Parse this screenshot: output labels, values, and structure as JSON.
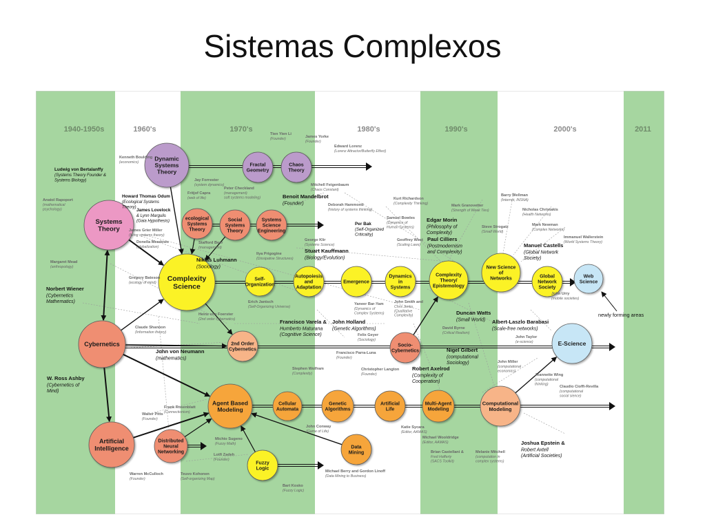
{
  "slide": {
    "title": "Sistemas Complexos"
  },
  "eras": [
    "1940-1950s",
    "1960's",
    "1970's",
    "1980's",
    "1990's",
    "2000's",
    "2011"
  ],
  "colors": {
    "band": "#a6d6a0",
    "pink": "#ec98c4",
    "salmon": "#ef8e72",
    "lavender": "#bb9bcb",
    "yellow": "#fbf225",
    "orange": "#f6a53b",
    "peach": "#f7b488",
    "lightblue": "#c7e6f6"
  },
  "nodes": [
    {
      "id": "systems-theory",
      "color": "pink",
      "lines": [
        "Systems",
        "Theory"
      ]
    },
    {
      "id": "cybernetics",
      "color": "salmon",
      "lines": [
        "Cybernetics"
      ]
    },
    {
      "id": "artificial-intelligence",
      "color": "salmon",
      "lines": [
        "Artificial",
        "Intelligence"
      ]
    },
    {
      "id": "dynamic-systems-theory",
      "color": "lavender",
      "lines": [
        "Dynamic",
        "Systems",
        "Theory"
      ]
    },
    {
      "id": "fractal-geometry",
      "color": "lavender",
      "lines": [
        "Fractal",
        "Geometry"
      ]
    },
    {
      "id": "chaos-theory",
      "color": "lavender",
      "lines": [
        "Chaos",
        "Theory"
      ]
    },
    {
      "id": "ecological-systems-theory",
      "color": "salmon",
      "lines": [
        "ecological",
        "Systems",
        "Theory"
      ]
    },
    {
      "id": "social-systems-theory",
      "color": "salmon",
      "lines": [
        "Social",
        "Systems",
        "Theory"
      ]
    },
    {
      "id": "systems-science-engineering",
      "color": "salmon",
      "lines": [
        "Systems",
        "Science",
        "Engineering"
      ]
    },
    {
      "id": "complexity-science",
      "color": "yellow",
      "lines": [
        "Complexity",
        "Science"
      ]
    },
    {
      "id": "self-organization",
      "color": "yellow",
      "lines": [
        "Self-",
        "Organization"
      ]
    },
    {
      "id": "autopoiesis-adaptation",
      "color": "yellow",
      "lines": [
        "Autopoiesis",
        "and",
        "Adaptation"
      ]
    },
    {
      "id": "emergence",
      "color": "yellow",
      "lines": [
        "Emergence"
      ]
    },
    {
      "id": "dynamics-in-systems",
      "color": "yellow",
      "lines": [
        "Dynamics",
        "in",
        "Systems"
      ]
    },
    {
      "id": "complexity-theory-epistemology",
      "color": "yellow",
      "lines": [
        "Complexity",
        "Theory/",
        "Epistemology"
      ]
    },
    {
      "id": "new-science-of-networks",
      "color": "yellow",
      "lines": [
        "New Science",
        "of",
        "Networks"
      ]
    },
    {
      "id": "global-network-society",
      "color": "yellow",
      "lines": [
        "Global",
        "Network",
        "Society"
      ]
    },
    {
      "id": "web-science",
      "color": "lightblue",
      "lines": [
        "Web",
        "Science"
      ]
    },
    {
      "id": "second-order-cybernetics",
      "color": "peach",
      "lines": [
        "2nd Order",
        "Cybernetics"
      ]
    },
    {
      "id": "socio-cybernetics",
      "color": "salmon",
      "lines": [
        "Socio-",
        "Cybernetics"
      ]
    },
    {
      "id": "e-science",
      "color": "lightblue",
      "lines": [
        "E-Science"
      ]
    },
    {
      "id": "agent-based-modeling",
      "color": "orange",
      "lines": [
        "Agent Based",
        "Modeling"
      ]
    },
    {
      "id": "cellular-automata",
      "color": "orange",
      "lines": [
        "Cellular",
        "Automata"
      ]
    },
    {
      "id": "genetic-algorithms",
      "color": "orange",
      "lines": [
        "Genetic",
        "Algorithms"
      ]
    },
    {
      "id": "artificial-life",
      "color": "orange",
      "lines": [
        "Artificial",
        "Life"
      ]
    },
    {
      "id": "multi-agent-modeling",
      "color": "orange",
      "lines": [
        "Multi-Agent",
        "Modeling"
      ]
    },
    {
      "id": "computational-modeling",
      "color": "peach",
      "lines": [
        "Computational",
        "Modeling"
      ]
    },
    {
      "id": "distributed-neural-networking",
      "color": "salmon",
      "lines": [
        "Distributed",
        "Neural",
        "Networking"
      ]
    },
    {
      "id": "fuzzy-logic",
      "color": "yellow",
      "lines": [
        "Fuzzy",
        "Logic"
      ]
    },
    {
      "id": "data-mining",
      "color": "orange",
      "lines": [
        "Data",
        "Mining"
      ]
    }
  ],
  "people": [
    {
      "id": "bertalanffy",
      "lines": [
        "Ludwig von Bertalanffy",
        "(Systems Theory Founder &",
        "Systems Biology)"
      ]
    },
    {
      "id": "rapoport",
      "lines": [
        "Anatol Rapoport",
        "(mathematical",
        "psychology)"
      ]
    },
    {
      "id": "boulding",
      "lines": [
        "Kenneth Boulding",
        "(economics)"
      ]
    },
    {
      "id": "mead",
      "lines": [
        "Margaret Mead",
        "(anthropology)"
      ]
    },
    {
      "id": "wiener",
      "lines": [
        "Norbert Wiener",
        "(Cybernetics",
        "Mathematics)"
      ]
    },
    {
      "id": "ashby",
      "lines": [
        "W. Ross Ashby",
        "(Cybernetics of",
        "Mind)"
      ]
    },
    {
      "id": "bateson",
      "lines": [
        "Gregory Bateson",
        "(ecology of mind)"
      ]
    },
    {
      "id": "shannon",
      "lines": [
        "Claude Shannon",
        "(Information theory)"
      ]
    },
    {
      "id": "von-neumann",
      "lines": [
        "John von Neumann",
        "(mathematics)"
      ]
    },
    {
      "id": "odum",
      "lines": [
        "Howard Thomas Odum",
        "(Ecological Systems",
        "Theory)"
      ]
    },
    {
      "id": "lovelock",
      "lines": [
        "James Lovelock",
        "& Lynn Margulis",
        "(Gaia Hypothesis)"
      ]
    },
    {
      "id": "miller",
      "lines": [
        "James Grier Miller",
        "(living systems theory)"
      ]
    },
    {
      "id": "meadows",
      "lines": [
        "Donella Meadows",
        "(globalization)"
      ]
    },
    {
      "id": "forrester",
      "lines": [
        "Jay Forrester",
        "(system dynamics)"
      ]
    },
    {
      "id": "capra",
      "lines": [
        "Fritjof Capra",
        "(web of life)"
      ]
    },
    {
      "id": "checkland",
      "lines": [
        "Peter Checkland",
        "(management)",
        "soft systems modeling)"
      ]
    },
    {
      "id": "beer",
      "lines": [
        "Stafford Beer",
        "(management)"
      ]
    },
    {
      "id": "luhmann",
      "lines": [
        "Niklas Luhmann",
        "(Sociology)"
      ]
    },
    {
      "id": "prigogine",
      "lines": [
        "Ilya Prigogine",
        "(Dissipative Structures)"
      ]
    },
    {
      "id": "jantsch",
      "lines": [
        "Erich Jantsch",
        "(Self-Organizing Universe)"
      ]
    },
    {
      "id": "von-foerster",
      "lines": [
        "Heinz von Foerster",
        "(2nd order cybernetics)"
      ]
    },
    {
      "id": "li",
      "lines": [
        "Tien Yien Li",
        "(Founder)"
      ]
    },
    {
      "id": "yorke",
      "lines": [
        "James Yorke",
        "(Founder)"
      ]
    },
    {
      "id": "lorenz",
      "lines": [
        "Edward Lorenz",
        "(Lorenz Attractor/Butterfly Effect)"
      ]
    },
    {
      "id": "feigenbaum",
      "lines": [
        "Mitchell Feigenbaum",
        "(Chaos Constant)"
      ]
    },
    {
      "id": "mandelbrot",
      "lines": [
        "Benoit Mandelbrot",
        "(Founder)"
      ]
    },
    {
      "id": "hammond",
      "lines": [
        "Deborah Hammond",
        "(history of systems thinking)"
      ]
    },
    {
      "id": "klir",
      "lines": [
        "George Klir",
        "(Systems Science)"
      ]
    },
    {
      "id": "bak",
      "lines": [
        "Per Bak",
        "(Self-Organized",
        "Criticality)"
      ]
    },
    {
      "id": "bowles",
      "lines": [
        "Samuel Bowles",
        "(Dynamics of",
        "Human Systems)"
      ]
    },
    {
      "id": "west",
      "lines": [
        "Geoffrey West",
        "(Scaling Laws)"
      ]
    },
    {
      "id": "kauffmann",
      "lines": [
        "Stuart Kauffmann",
        "(Biology/Evolution)"
      ]
    },
    {
      "id": "richardson",
      "lines": [
        "Kurt Richardson",
        "(Complexity Thinking)"
      ]
    },
    {
      "id": "morin",
      "lines": [
        "Edgar Morin",
        "(Philosophy of",
        "Complexity)"
      ]
    },
    {
      "id": "cilliers",
      "lines": [
        "Paul Cilliers",
        "(Postmodernism",
        "and Complexity)"
      ]
    },
    {
      "id": "granovetter",
      "lines": [
        "Mark Granovetter",
        "(Strength of Weak Ties)"
      ]
    },
    {
      "id": "wellman",
      "lines": [
        "Barry Wellman",
        "(Internet, INSNA)"
      ]
    },
    {
      "id": "christakis",
      "lines": [
        "Nicholas Christakis",
        "(Health Networks)"
      ]
    },
    {
      "id": "strogatz",
      "lines": [
        "Steve Strogatz",
        "(Small World)"
      ]
    },
    {
      "id": "newman",
      "lines": [
        "Mark Newman",
        "(Complex Networks)"
      ]
    },
    {
      "id": "castells",
      "lines": [
        "Manuel Castells",
        "(Global Network",
        "Society)"
      ]
    },
    {
      "id": "wallerstein",
      "lines": [
        "Immanuel Wallerstein",
        "(World Systems Theory)"
      ]
    },
    {
      "id": "varela",
      "lines": [
        "Francisco Varela &",
        "Humberto Maturana",
        "(Cognitive Science)"
      ]
    },
    {
      "id": "holland",
      "lines": [
        "John Holland",
        "(Genetic Algorithms)"
      ]
    },
    {
      "id": "bar-yam",
      "lines": [
        "Yaneer Bar-Yam",
        "(Dynamics of",
        "Complex Systems)"
      ]
    },
    {
      "id": "smith-jenks",
      "lines": [
        "John Smith and",
        "Chris Jenks",
        "(Qualitative",
        "Complexity)"
      ]
    },
    {
      "id": "geyer",
      "lines": [
        "Felix Geyer",
        "(Sociology)"
      ]
    },
    {
      "id": "parra-luna",
      "lines": [
        "Francisco Parra-Luna",
        "(Founder)"
      ]
    },
    {
      "id": "watts",
      "lines": [
        "Duncan Watts",
        "(Small World)"
      ]
    },
    {
      "id": "byrne",
      "lines": [
        "David Byrne",
        "(Critical Realism)"
      ]
    },
    {
      "id": "barabasi",
      "lines": [
        "Albert-Laszlo Barabasi",
        "(Scale-free networks)"
      ]
    },
    {
      "id": "urry",
      "lines": [
        "John Urry",
        "(mobile societies)"
      ]
    },
    {
      "id": "taylor",
      "lines": [
        "John Taylor",
        "(e-science)"
      ]
    },
    {
      "id": "gilbert",
      "lines": [
        "Nigel Gilbert",
        "(computational",
        "Sociology)"
      ]
    },
    {
      "id": "jmiller",
      "lines": [
        "John Miller",
        "(computational",
        "economics)"
      ]
    },
    {
      "id": "wing",
      "lines": [
        "Jeannette Wing",
        "(computational",
        "thinking)"
      ]
    },
    {
      "id": "cioffi",
      "lines": [
        "Claudio Cioffi-Revilla",
        "(computational",
        "social sience)"
      ]
    },
    {
      "id": "wolfram",
      "lines": [
        "Stephen Wolfram",
        "(Complexity)"
      ]
    },
    {
      "id": "langton",
      "lines": [
        "Christopher Langton",
        "(Founder)"
      ]
    },
    {
      "id": "axelrod",
      "lines": [
        "Robert Axelrod",
        "(Complexity of",
        "Cooperation)"
      ]
    },
    {
      "id": "conway",
      "lines": [
        "John Conway",
        "(Game of Life)"
      ]
    },
    {
      "id": "sycara",
      "lines": [
        "Katie Sycara",
        "(Editor, AAMAS)"
      ]
    },
    {
      "id": "wooldridge",
      "lines": [
        "Michael Wooldridge",
        "(Editor, AAMAS)"
      ]
    },
    {
      "id": "castelfranchi",
      "lines": [
        "Brian Castellani &",
        "Fred Hafferty",
        "(SACS Toolkit)"
      ]
    },
    {
      "id": "mitchell",
      "lines": [
        "Melanie Mitchell",
        "(computation in",
        "complex systems)"
      ]
    },
    {
      "id": "epstein",
      "lines": [
        "Joshua Epstein &",
        "Robert Axtell",
        "(Artificial Societies)"
      ]
    },
    {
      "id": "rosenblatt",
      "lines": [
        "Frank Rosenblatt",
        "(Connectionism)"
      ]
    },
    {
      "id": "pitts",
      "lines": [
        "Walter Pitts",
        "(Founder)"
      ]
    },
    {
      "id": "mcculloch",
      "lines": [
        "Warren McCulloch",
        "(Founder)"
      ]
    },
    {
      "id": "sugeno",
      "lines": [
        "Michio Sugeno",
        "(Fuzzy Math)"
      ]
    },
    {
      "id": "zadeh",
      "lines": [
        "Lotfi Zadeh",
        "(Founder)"
      ]
    },
    {
      "id": "kohonen",
      "lines": [
        "Teuvo Kohonen",
        "(Self-organizing Map)"
      ]
    },
    {
      "id": "berry-linoff",
      "lines": [
        "Michael Berry and Gordon Linoff",
        "(Data Mining to Business)"
      ]
    },
    {
      "id": "kosko",
      "lines": [
        "Bart Kosko",
        "(Fuzzy Logic)"
      ]
    }
  ],
  "annotations": {
    "new_areas": "newly forming areas"
  }
}
